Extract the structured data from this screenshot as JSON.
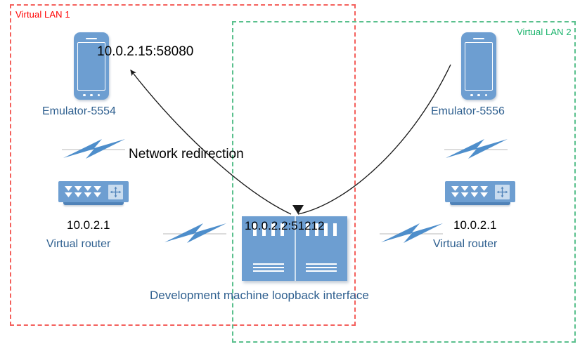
{
  "diagram": {
    "zones": [
      {
        "name": "lan1",
        "label": "Virtual LAN 1",
        "color": "#ff0000"
      },
      {
        "name": "lan2",
        "label": "Virtual LAN 2",
        "color": "#19b36b"
      }
    ],
    "nodes": {
      "emulator_left": {
        "icon": "smartphone-icon",
        "label": "Emulator-5554",
        "ip": "10.0.2.15:58080"
      },
      "emulator_right": {
        "icon": "smartphone-icon",
        "label": "Emulator-5556",
        "ip": ""
      },
      "router_left": {
        "icon": "router-icon",
        "label": "Virtual router",
        "ip": "10.0.2.1"
      },
      "router_right": {
        "icon": "router-icon",
        "label": "Virtual router",
        "ip": "10.0.2.1"
      },
      "server": {
        "icon": "server-icon",
        "ip": "10.0.2.2:51212",
        "caption": "Development machine loopback interface"
      }
    },
    "annotations": {
      "network_redirection": "Network redirection"
    },
    "links": [
      {
        "name": "server-to-emulator-left",
        "type": "curved-arrow",
        "direction": "bidirectional-implied"
      },
      {
        "name": "server-to-emulator-right",
        "type": "curved-arrow",
        "direction": "bidirectional-implied"
      }
    ],
    "connectors": [
      {
        "name": "wireless-link-left-top",
        "icon": "lightning-bolt-icon"
      },
      {
        "name": "wireless-link-left-bottom",
        "icon": "lightning-bolt-icon"
      },
      {
        "name": "wireless-link-right-top",
        "icon": "lightning-bolt-icon"
      },
      {
        "name": "wireless-link-right-bottom",
        "icon": "lightning-bolt-icon"
      }
    ],
    "colors": {
      "device_blue": "#6d9ed1",
      "label_blue": "#2e5f8f",
      "lan1_red": "#ff0000",
      "lan2_green": "#19b36b",
      "bolt_blue": "#4e8ecb"
    }
  }
}
